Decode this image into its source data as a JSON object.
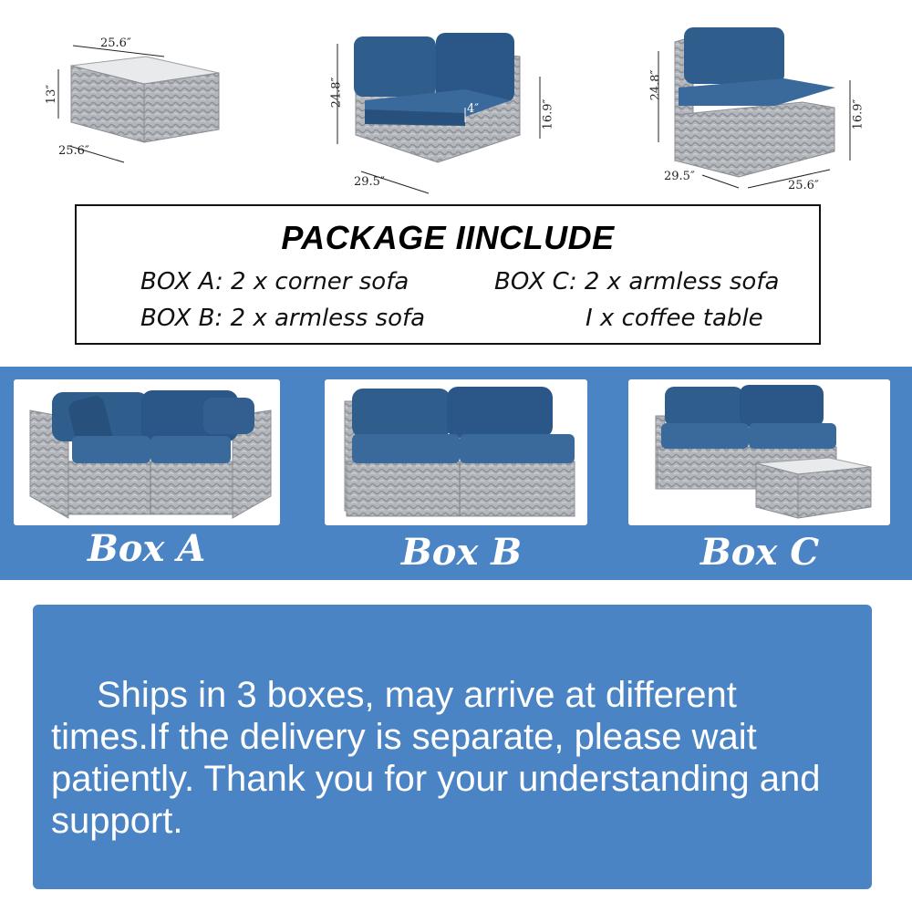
{
  "dimensions": {
    "table": {
      "top": "25.6″",
      "height": "13″",
      "side": "25.6″"
    },
    "corner_sofa": {
      "height": "24.8″",
      "seat_height": "16.9″",
      "cushion": "4″",
      "depth": "29.5″"
    },
    "armless_sofa": {
      "height": "24.8″",
      "seat_height": "16.9″",
      "depth": "29.5″",
      "width": "25.6″"
    }
  },
  "package": {
    "title": "PACKAGE IINCLUDE",
    "box_a": "BOX A: 2 x corner sofa",
    "box_b": "BOX B: 2 x armless sofa",
    "box_c": "BOX C: 2 x armless sofa",
    "box_c_table": "I x coffee table"
  },
  "boxes": [
    {
      "label": "Box A"
    },
    {
      "label": "Box B"
    },
    {
      "label": "Box C"
    }
  ],
  "notice": {
    "text": "Ships in 3 boxes, may arrive at different times.If the delivery is separate, please wait patiently. Thank you for your understanding and support."
  },
  "colors": {
    "band": "#4b84c4",
    "cushion": "#2f5d8c",
    "wicker": "#a9adb2"
  }
}
